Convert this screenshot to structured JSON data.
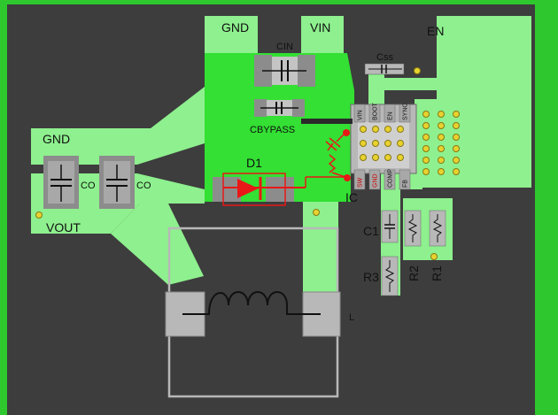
{
  "labels": {
    "gnd_top": "GND",
    "vin": "VIN",
    "cin": "CIN",
    "en": "EN",
    "css": "Css",
    "cbypass": "CBYPASS",
    "gnd_left": "GND",
    "d1": "D1",
    "co1": "CO",
    "co2": "CO",
    "vout": "VOUT",
    "ic": "IC",
    "c1": "C1",
    "r1": "R1",
    "r2": "R2",
    "r3": "R3",
    "l": "L"
  },
  "ic_pins_top": [
    "VIN",
    "BOOT",
    "EN",
    "SYNC"
  ],
  "ic_pins_bottom": [
    "SW",
    "GND",
    "COMP",
    "FB"
  ],
  "colors": {
    "background": "#3d3d3d",
    "copper": "#8ef08e",
    "copper_bright": "#33e033",
    "pad": "#b8b8b8",
    "pad_dark": "#8c8c8c",
    "via": "#e8d230",
    "red": "#e81818"
  }
}
